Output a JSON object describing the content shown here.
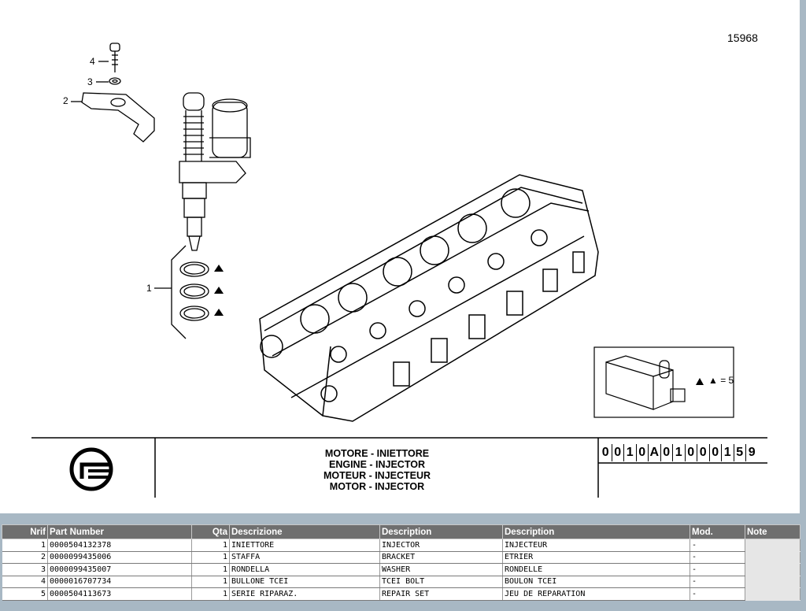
{
  "drawing": {
    "plate_number": "15968",
    "callouts": [
      "1",
      "2",
      "3",
      "4"
    ],
    "legend": "▲ = 5",
    "titles": [
      "MOTORE - INIETTORE",
      "ENGINE - INJECTOR",
      "MOTEUR - INJECTEUR",
      "MOTOR - INJECTOR"
    ],
    "code": [
      "0",
      "0",
      "1",
      "0",
      "A",
      "0",
      "1",
      "0",
      "0",
      "0",
      "1",
      "5",
      "9"
    ]
  },
  "table": {
    "headers": {
      "nrif": "Nrif",
      "part_number": "Part Number",
      "qta": "Qta",
      "descrizione": "Descrizione",
      "description_en": "Description",
      "description_fr": "Description",
      "mod": "Mod.",
      "note": "Note"
    },
    "rows": [
      {
        "nrif": "1",
        "part": "0000504132378",
        "qta": "1",
        "it": "INIETTORE",
        "en": "INJECTOR",
        "fr": "INJECTEUR",
        "mod": "-"
      },
      {
        "nrif": "2",
        "part": "0000099435006",
        "qta": "1",
        "it": "STAFFA",
        "en": "BRACKET",
        "fr": "ETRIER",
        "mod": "-"
      },
      {
        "nrif": "3",
        "part": "0000099435007",
        "qta": "1",
        "it": "RONDELLA",
        "en": "WASHER",
        "fr": "RONDELLE",
        "mod": "-"
      },
      {
        "nrif": "4",
        "part": "0000016707734",
        "qta": "1",
        "it": "BULLONE TCEI",
        "en": "TCEI BOLT",
        "fr": "BOULON TCEI",
        "mod": "-"
      },
      {
        "nrif": "5",
        "part": "0000504113673",
        "qta": "1",
        "it": "SERIE RIPARAZ.",
        "en": "REPAIR SET",
        "fr": "JEU DE REPARATION",
        "mod": "-"
      }
    ]
  }
}
